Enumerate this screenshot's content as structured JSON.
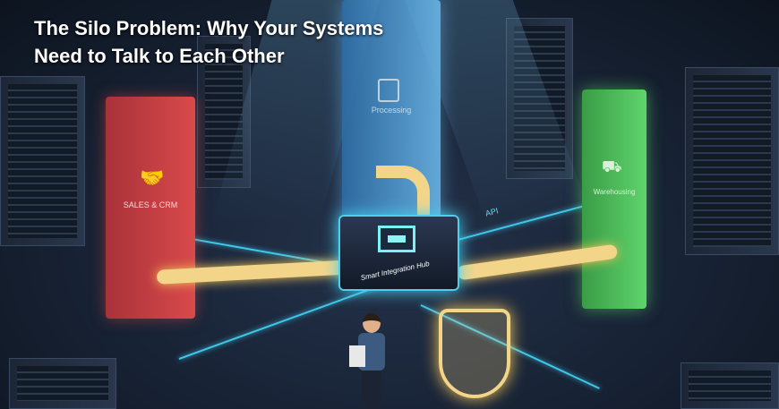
{
  "title": {
    "line1": "The Silo Problem: Why Your Systems",
    "line2": "Need to Talk to Each Other"
  },
  "silos": [
    {
      "label": "SALES & CRM",
      "icon": "handshake-icon",
      "color": "#d94a4a"
    },
    {
      "label": "Processing",
      "icon": "calculator-icon",
      "color": "#4f9fd8"
    },
    {
      "label": "Warehousing",
      "icon": "forklift-icon",
      "color": "#4cc25a"
    }
  ],
  "hub": {
    "label": "Smart Integration Hub",
    "icon": "chip-icon"
  },
  "api_label": "API",
  "colors": {
    "flow": "#f3d58a",
    "circuit": "#3fc6e8"
  }
}
